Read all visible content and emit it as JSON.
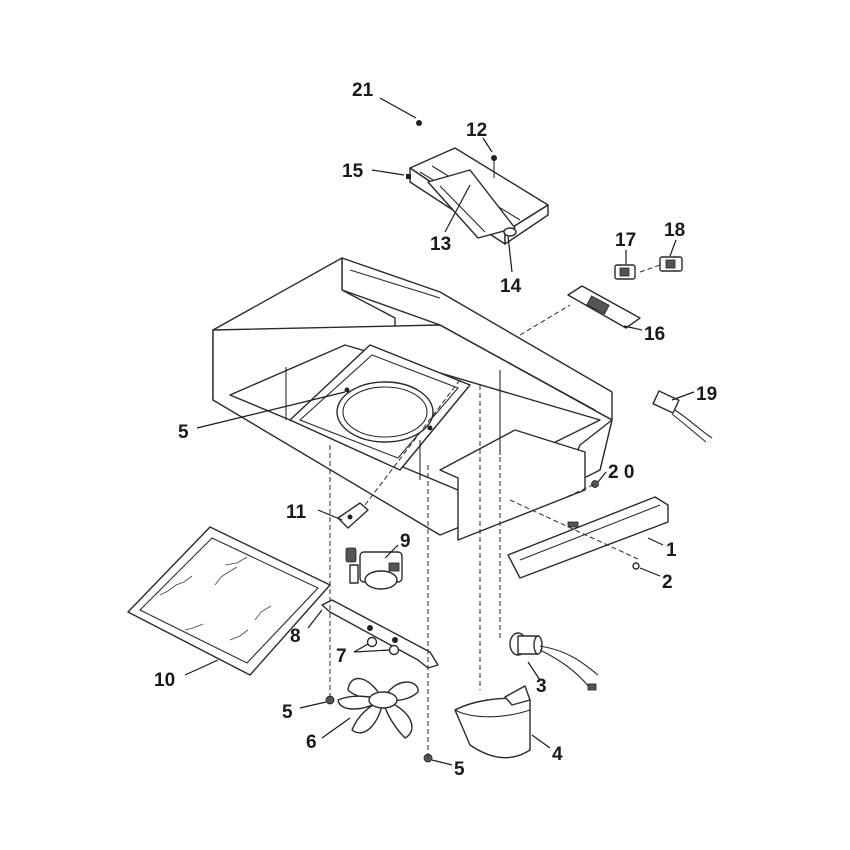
{
  "diagram": {
    "labels": [
      {
        "id": "1",
        "text": "1"
      },
      {
        "id": "2",
        "text": "2"
      },
      {
        "id": "3",
        "text": "3"
      },
      {
        "id": "4",
        "text": "4"
      },
      {
        "id": "5a",
        "text": "5"
      },
      {
        "id": "5b",
        "text": "5"
      },
      {
        "id": "5c",
        "text": "5"
      },
      {
        "id": "6",
        "text": "6"
      },
      {
        "id": "7",
        "text": "7"
      },
      {
        "id": "8",
        "text": "8"
      },
      {
        "id": "9",
        "text": "9"
      },
      {
        "id": "10",
        "text": "10"
      },
      {
        "id": "11",
        "text": "11"
      },
      {
        "id": "12",
        "text": "12"
      },
      {
        "id": "13",
        "text": "13"
      },
      {
        "id": "14",
        "text": "14"
      },
      {
        "id": "15",
        "text": "15"
      },
      {
        "id": "16",
        "text": "16"
      },
      {
        "id": "17",
        "text": "17"
      },
      {
        "id": "18",
        "text": "18"
      },
      {
        "id": "19",
        "text": "19"
      },
      {
        "id": "20",
        "text": "2 0"
      },
      {
        "id": "21",
        "text": "21"
      }
    ],
    "colors": {
      "line": "#2a2a2a",
      "background": "#ffffff"
    }
  }
}
